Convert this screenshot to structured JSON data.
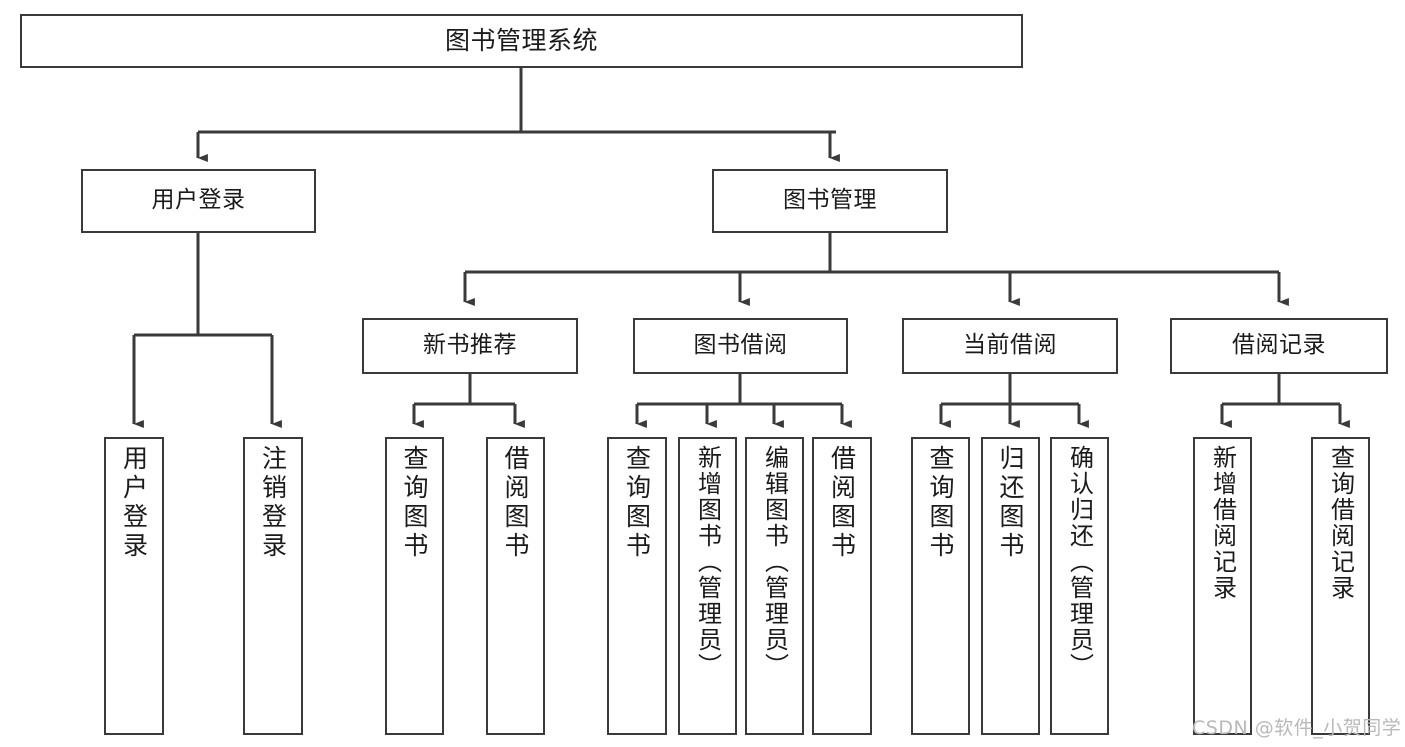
{
  "diagram": {
    "title": "图书管理系统",
    "type": "tree-hierarchy-diagram",
    "watermark": "CSDN @软件_小贺同学",
    "colors": {
      "stroke": "#3a3a3a",
      "box_fill": "#ffffff",
      "text": "#1b1b1b",
      "background": "#ffffff",
      "watermark": "#b9b9b9"
    }
  },
  "nodes": {
    "root": {
      "label": "图书管理系统"
    },
    "level1": [
      {
        "label": "用户登录"
      },
      {
        "label": "图书管理"
      }
    ],
    "level2": [
      {
        "label": "新书推荐"
      },
      {
        "label": "图书借阅"
      },
      {
        "label": "当前借阅"
      },
      {
        "label": "借阅记录"
      }
    ],
    "leaves": {
      "user_login": [
        {
          "label": "用户登录"
        },
        {
          "label": "注销登录"
        }
      ],
      "new_book_recommend": [
        {
          "label": "查询图书"
        },
        {
          "label": "借阅图书"
        }
      ],
      "book_borrow": [
        {
          "label": "查询图书"
        },
        {
          "label": "新增图书（管理员）"
        },
        {
          "label": "编辑图书（管理员）"
        },
        {
          "label": "借阅图书"
        }
      ],
      "current_borrow": [
        {
          "label": "查询图书"
        },
        {
          "label": "归还图书"
        },
        {
          "label": "确认归还（管理员）"
        }
      ],
      "borrow_record": [
        {
          "label": "新增借阅记录"
        },
        {
          "label": "查询借阅记录"
        }
      ]
    }
  }
}
